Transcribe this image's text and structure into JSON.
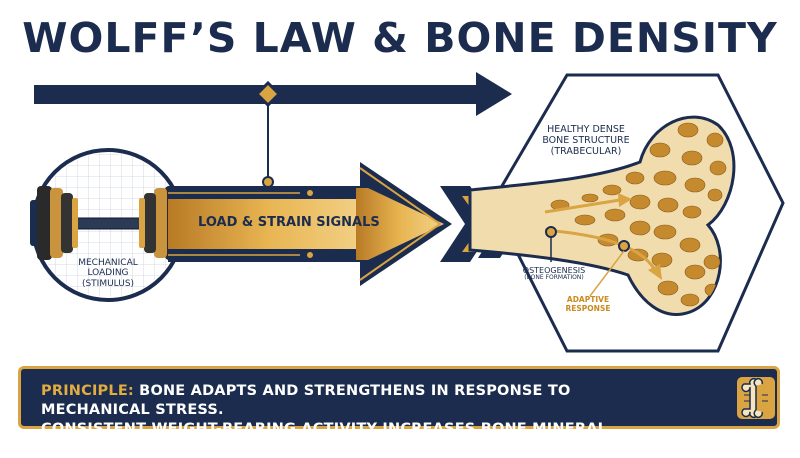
{
  "title": "WOLFF’S LAW & BONE DENSITY",
  "stimulus": {
    "label_line1": "MECHANICAL",
    "label_line2": "LOADING",
    "label_line3": "(STIMULUS)"
  },
  "signal_arrow": {
    "label": "LOAD & STRAIN SIGNALS"
  },
  "bone": {
    "structure_line1": "HEALTHY DENSE",
    "structure_line2": "BONE STRUCTURE",
    "structure_line3": "(TRABECULAR)",
    "osteo_line1": "OSTEOGENESIS",
    "osteo_line2": "(BONE FORMATION)",
    "adaptive_line1": "ADAPTIVE",
    "adaptive_line2": "RESPONSE"
  },
  "principle": {
    "keyword": "PRINCIPLE:",
    "line1": " BONE ADAPTS AND STRENGTHENS IN RESPONSE TO MECHANICAL STRESS.",
    "line2": "CONSISTENT WEIGHT-BEARING ACTIVITY INCREASES BONE MINERAL DENSITY."
  },
  "colors": {
    "navy": "#1b2c4f",
    "gold": "#d9a441",
    "bone": "#f1dcae",
    "pore": "#c58a2e"
  },
  "icons": [
    "dumbbell-icon",
    "bone-icon",
    "trend-up-arrow-icon"
  ]
}
